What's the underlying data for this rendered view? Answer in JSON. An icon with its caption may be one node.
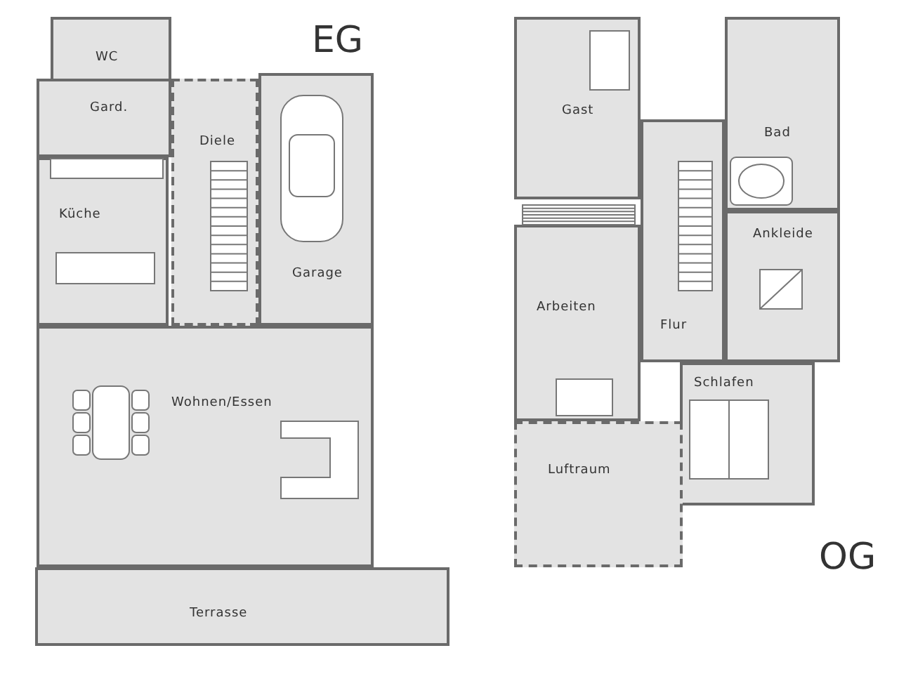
{
  "diagram": {
    "nodes": [
      {
        "text": [
          "WC"
        ]
      },
      {
        "text": [
          "Gard."
        ]
      },
      {
        "text": [
          "Diele"
        ]
      },
      {
        "text": [
          "Garage"
        ]
      },
      {
        "text": [
          "Küche"
        ]
      },
      {
        "text": [
          "Wohnen/Essen"
        ]
      },
      {
        "text": [
          "Terrasse"
        ]
      },
      {
        "text": [
          "Gast"
        ]
      },
      {
        "text": [
          "Bad"
        ]
      },
      {
        "text": [
          "Ankleide"
        ]
      },
      {
        "text": [
          "Arbeiten"
        ]
      },
      {
        "text": [
          "Flur"
        ]
      },
      {
        "text": [
          "Schlafen"
        ]
      },
      {
        "text": [
          "Luftraum"
        ]
      }
    ],
    "labels": [
      "EG",
      "OG"
    ]
  }
}
